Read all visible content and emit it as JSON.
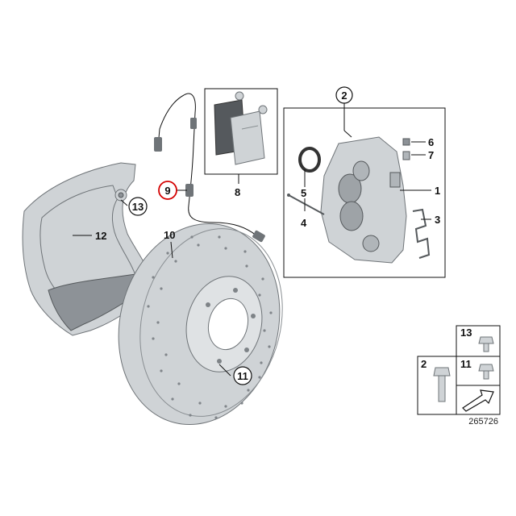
{
  "callouts": {
    "c1": "1",
    "c2": "2",
    "c3": "3",
    "c4": "4",
    "c5": "5",
    "c6": "6",
    "c7": "7",
    "c8": "8",
    "c9": "9",
    "c10": "10",
    "c11": "11",
    "c12": "12",
    "c13": "13"
  },
  "legend": {
    "item_top": "13",
    "item_left": "2",
    "item_right": "11"
  },
  "image_number": "265726",
  "highlight_color": "#d40000"
}
